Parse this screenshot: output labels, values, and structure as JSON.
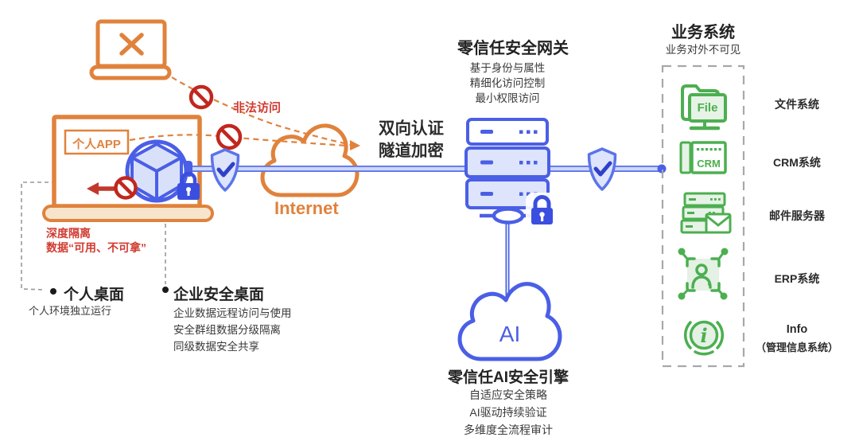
{
  "illegal_access": {
    "label": "非法访问"
  },
  "personal_laptop": {
    "app_label": "个人APP",
    "isolation_title": "深度隔离",
    "isolation_desc": "数据“可用、不可拿”"
  },
  "desktops": {
    "personal": {
      "title": "个人桌面",
      "desc": "个人环境独立运行"
    },
    "enterprise": {
      "title": "企业安全桌面",
      "features": [
        "企业数据远程访问与使用",
        "安全群组数据分级隔离",
        "同级数据安全共享"
      ]
    }
  },
  "network": {
    "internet_label": "Internet",
    "tunnel_lines": [
      "双向认证",
      "隧道加密"
    ]
  },
  "gateway": {
    "title": "零信任安全网关",
    "features": [
      "基于身份与属性",
      "精细化访问控制",
      "最小权限访问"
    ]
  },
  "ai_engine": {
    "cloud_label": "AI",
    "title": "零信任AI安全引擎",
    "features": [
      "自适应安全策略",
      "AI驱动持续验证",
      "多维度全流程审计"
    ]
  },
  "business": {
    "title": "业务系统",
    "subtitle": "业务对外不可见",
    "systems": [
      {
        "icon": "file-system-icon",
        "icon_text": "File",
        "label": "文件系统"
      },
      {
        "icon": "crm-icon",
        "icon_text": "CRM",
        "label": "CRM系统"
      },
      {
        "icon": "mail-server-icon",
        "label": "邮件服务器"
      },
      {
        "icon": "erp-icon",
        "label": "ERP系统"
      },
      {
        "icon": "info-icon",
        "icon_text": "i",
        "label": "Info",
        "sublabel": "（管理信息系统）"
      }
    ]
  },
  "colors": {
    "orange": "#e0823c",
    "blue": "#4a5fe5",
    "light_blue": "#dde4fb",
    "red": "#c1271e",
    "green": "#4caf50",
    "light_green": "#e6f3e6"
  }
}
